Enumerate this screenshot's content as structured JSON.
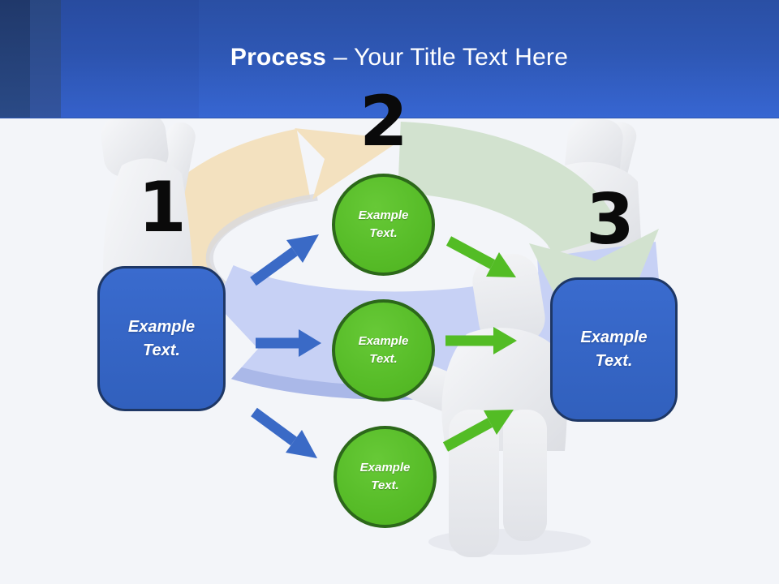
{
  "slide": {
    "title": {
      "bold": "Process",
      "rest": "– Your Title Text Here"
    }
  },
  "steps": [
    {
      "number": "1"
    },
    {
      "number": "2"
    },
    {
      "number": "3"
    }
  ],
  "left_box": {
    "text": "Example Text."
  },
  "right_box": {
    "text": "Example Text."
  },
  "circles": [
    {
      "text": "Example Text."
    },
    {
      "text": "Example Text."
    },
    {
      "text": "Example Text."
    }
  ],
  "colors": {
    "header_blue_top": "#2a4fa4",
    "header_blue_bottom": "#3766d2",
    "header_stripe_dark": "#20386a",
    "header_stripe_mid": "#294781",
    "title_text": "#ffffff",
    "number_black": "#0a0a0a",
    "box_blue": "#3464c6",
    "box_border": "#1e3765",
    "circle_green": "#58bd29",
    "circle_border": "#2c681a",
    "arrow_blue": "#3a6ac6",
    "arrow_green": "#53bc25",
    "ribbon_tan": "#f3e1bf",
    "ribbon_green": "#d2e2cf",
    "ribbon_lavender": "#c7d1f5",
    "figure_gray": "#ededf0",
    "background": "#f3f5f9"
  }
}
